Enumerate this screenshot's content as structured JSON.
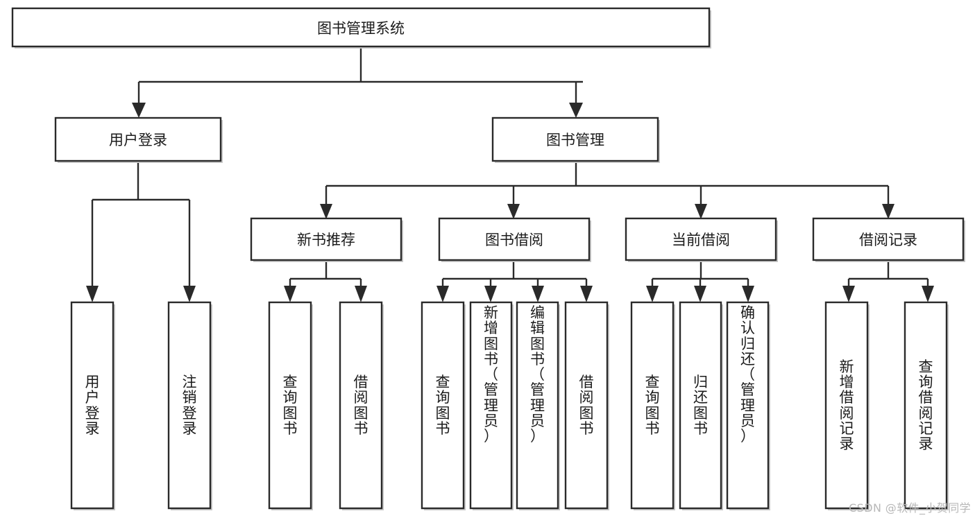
{
  "diagram": {
    "type": "tree-hierarchy",
    "title": "图书管理系统",
    "orientation": "top-down",
    "colors": {
      "box_border": "#2a2a2a",
      "box_fill": "#ffffff",
      "connector": "#2a2a2a",
      "text": "#1b1b1b",
      "watermark": "#b8b8b8",
      "background": "#ffffff"
    },
    "root": {
      "label": "图书管理系统",
      "orientation": "horizontal"
    },
    "level1": [
      {
        "label": "用户登录",
        "orientation": "horizontal"
      },
      {
        "label": "图书管理",
        "orientation": "horizontal"
      }
    ],
    "level2": [
      {
        "label": "新书推荐",
        "orientation": "horizontal"
      },
      {
        "label": "图书借阅",
        "orientation": "horizontal"
      },
      {
        "label": "当前借阅",
        "orientation": "horizontal"
      },
      {
        "label": "借阅记录",
        "orientation": "horizontal"
      }
    ],
    "leaves": {
      "user_login": [
        {
          "lines": [
            "用",
            "户",
            "登",
            "录"
          ],
          "text": "用户登录"
        },
        {
          "lines": [
            "注",
            "销",
            "登",
            "录"
          ],
          "text": "注销登录"
        }
      ],
      "new_book_recommend": [
        {
          "lines": [
            "查",
            "询",
            "图",
            "书"
          ],
          "text": "查询图书"
        },
        {
          "lines": [
            "借",
            "阅",
            "图",
            "书"
          ],
          "text": "借阅图书"
        }
      ],
      "book_borrow": [
        {
          "lines": [
            "查",
            "询",
            "图",
            "书"
          ],
          "text": "查询图书"
        },
        {
          "lines": [
            "新",
            "增",
            "图",
            "书",
            "（",
            "管",
            "理",
            "员",
            "）"
          ],
          "text": "新增图书（管理员）"
        },
        {
          "lines": [
            "编",
            "辑",
            "图",
            "书",
            "（",
            "管",
            "理",
            "员",
            "）"
          ],
          "text": "编辑图书（管理员）"
        },
        {
          "lines": [
            "借",
            "阅",
            "图",
            "书"
          ],
          "text": "借阅图书"
        }
      ],
      "current_borrow": [
        {
          "lines": [
            "查",
            "询",
            "图",
            "书"
          ],
          "text": "查询图书"
        },
        {
          "lines": [
            "归",
            "还",
            "图",
            "书"
          ],
          "text": "归还图书"
        },
        {
          "lines": [
            "确",
            "认",
            "归",
            "还",
            "（",
            "管",
            "理",
            "员",
            "）"
          ],
          "text": "确认归还（管理员）"
        }
      ],
      "borrow_record": [
        {
          "lines": [
            "新",
            "增",
            "借",
            "阅",
            "记",
            "录"
          ],
          "text": "新增借阅记录"
        },
        {
          "lines": [
            "查",
            "询",
            "借",
            "阅",
            "记",
            "录"
          ],
          "text": "查询借阅记录"
        }
      ]
    }
  },
  "watermark": {
    "text": "CSDN @软件_小贺同学"
  }
}
